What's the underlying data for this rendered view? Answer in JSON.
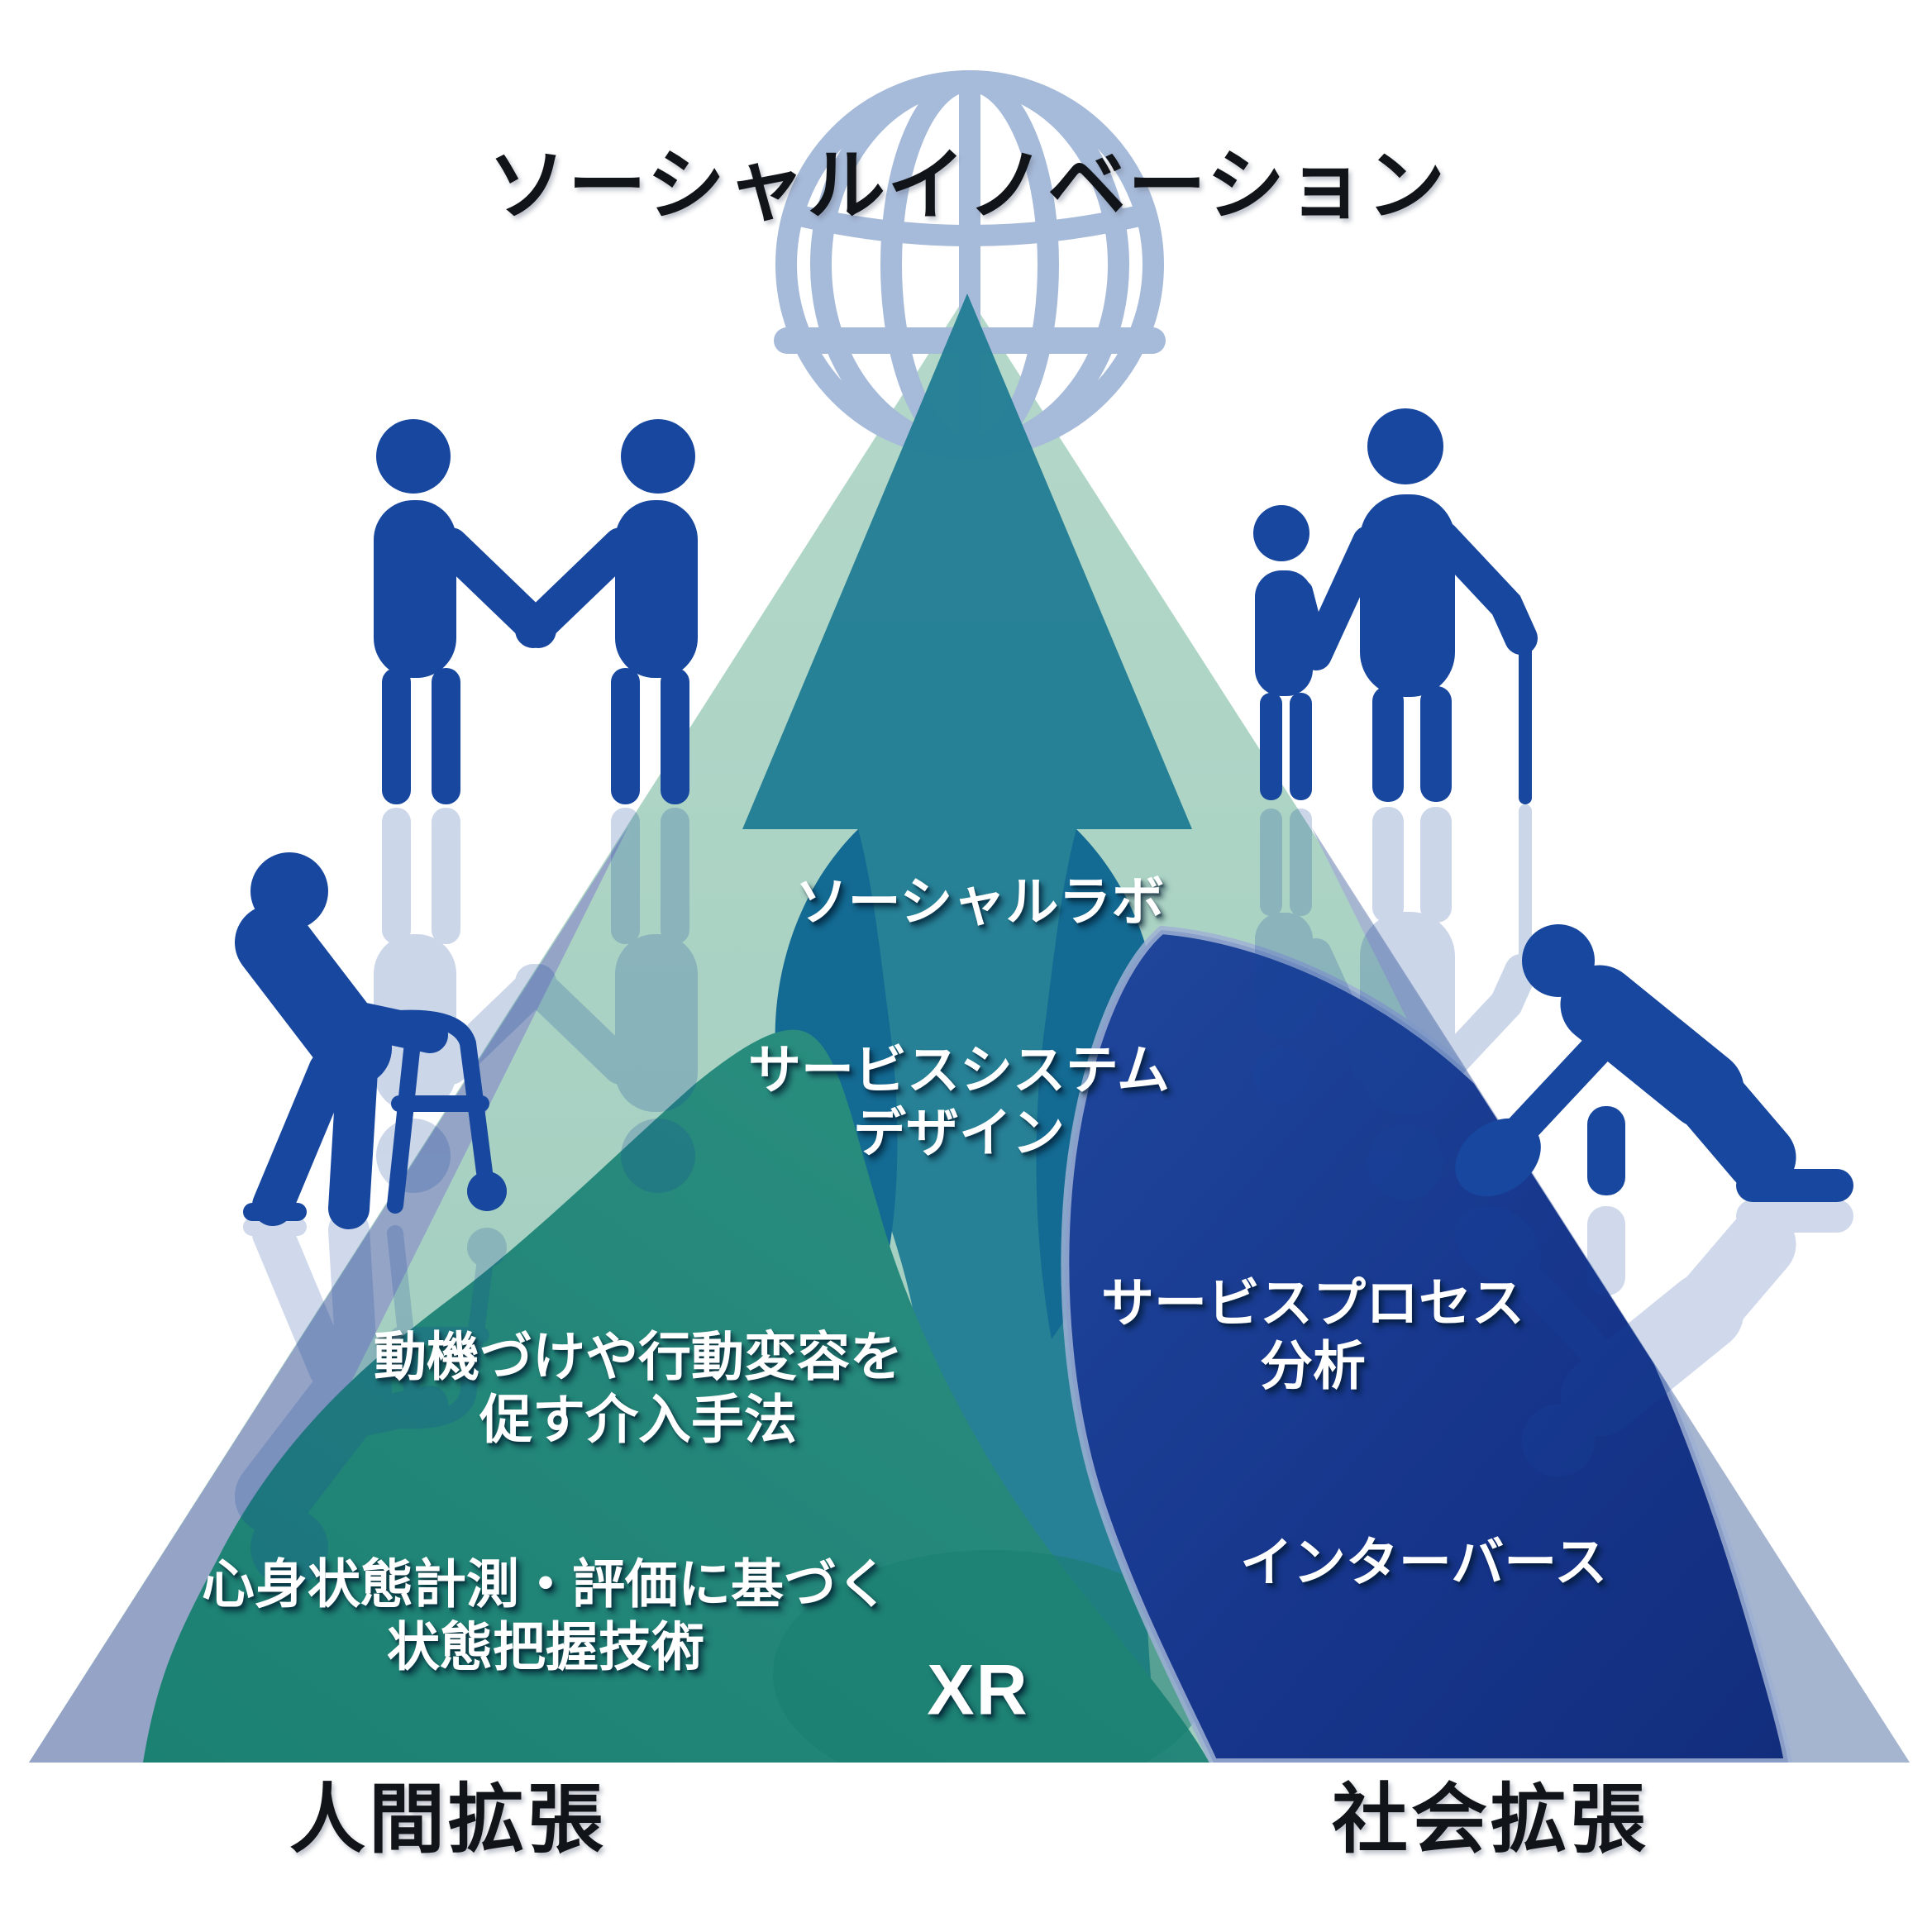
{
  "header": {
    "title": "ソーシャルイノベーション"
  },
  "regions": {
    "social_lab": "ソーシャルラボ",
    "service_system_1": "サービスシステム",
    "service_system_2": "デザイン",
    "intervention_1": "動機づけや行動変容を",
    "intervention_2": "促す介入手法",
    "state_measure_1": "心身状態計測・評価に基づく",
    "state_measure_2": "状態把握技術",
    "service_process_1": "サービスプロセス",
    "service_process_2": "分析",
    "interverse": "インターバース",
    "xr": "XR"
  },
  "axes": {
    "left": "人間拡張",
    "right": "社会拡張"
  },
  "icons": [
    "globe-icon",
    "handshake-people-icon",
    "elderly-with-cane-and-child-icon",
    "elderly-with-walker-icon",
    "kneeling-person-icon"
  ],
  "colors": {
    "pictogram_blue": "#17479e",
    "globe_blue": "#a6bad9",
    "triangle_light_green": "#a9d2c4",
    "edge_slate": "#93a0c7",
    "arrow_teal": "#1d7b92",
    "deep_blue_leaf": "#136a92",
    "green_blob": "#218578",
    "navy_leaf": "#1a3a8f"
  }
}
